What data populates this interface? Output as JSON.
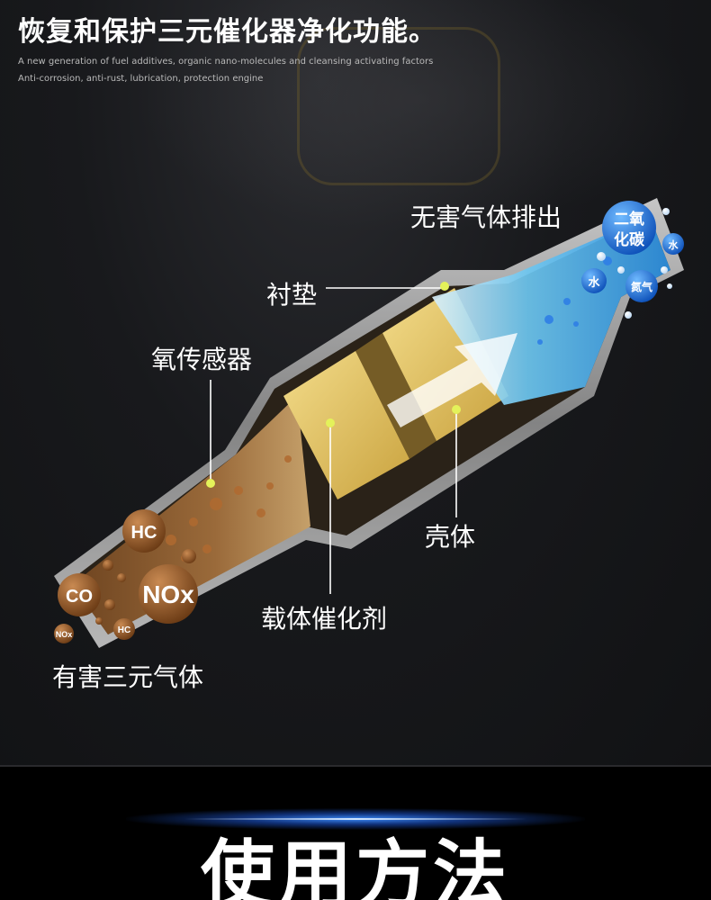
{
  "header": {
    "title": "恢复和保护三元催化器净化功能。",
    "subtitle_line1": "A new generation of fuel additives, organic nano-molecules and cleansing activating factors",
    "subtitle_line2": "Anti-corrosion, anti-rust, lubrication, protection engine"
  },
  "diagram": {
    "labels": {
      "harmless_out": "无害气体排出",
      "liner": "衬垫",
      "oxygen_sensor": "氧传感器",
      "shell": "壳体",
      "carrier_catalyst": "载体催化剂",
      "harmful_gas": "有害三元气体"
    },
    "pollutant_bubbles": {
      "hc_large": "HC",
      "co": "CO",
      "nox_large": "NOx",
      "nox_small": "NOx",
      "hc_small": "HC"
    },
    "clean_bubbles": {
      "co2": "二氧化碳",
      "water_small": "水",
      "water": "水",
      "nitrogen": "氮气"
    }
  },
  "footer": {
    "title": "使用方法"
  },
  "colors": {
    "background": "#111214",
    "pollutant_brown": "#8a4f22",
    "clean_blue": "#1f7fe0",
    "catalyst_yellow": "#e0c05a",
    "marker_dot": "#e4f25a",
    "footer_glow": "#3c8cff"
  }
}
